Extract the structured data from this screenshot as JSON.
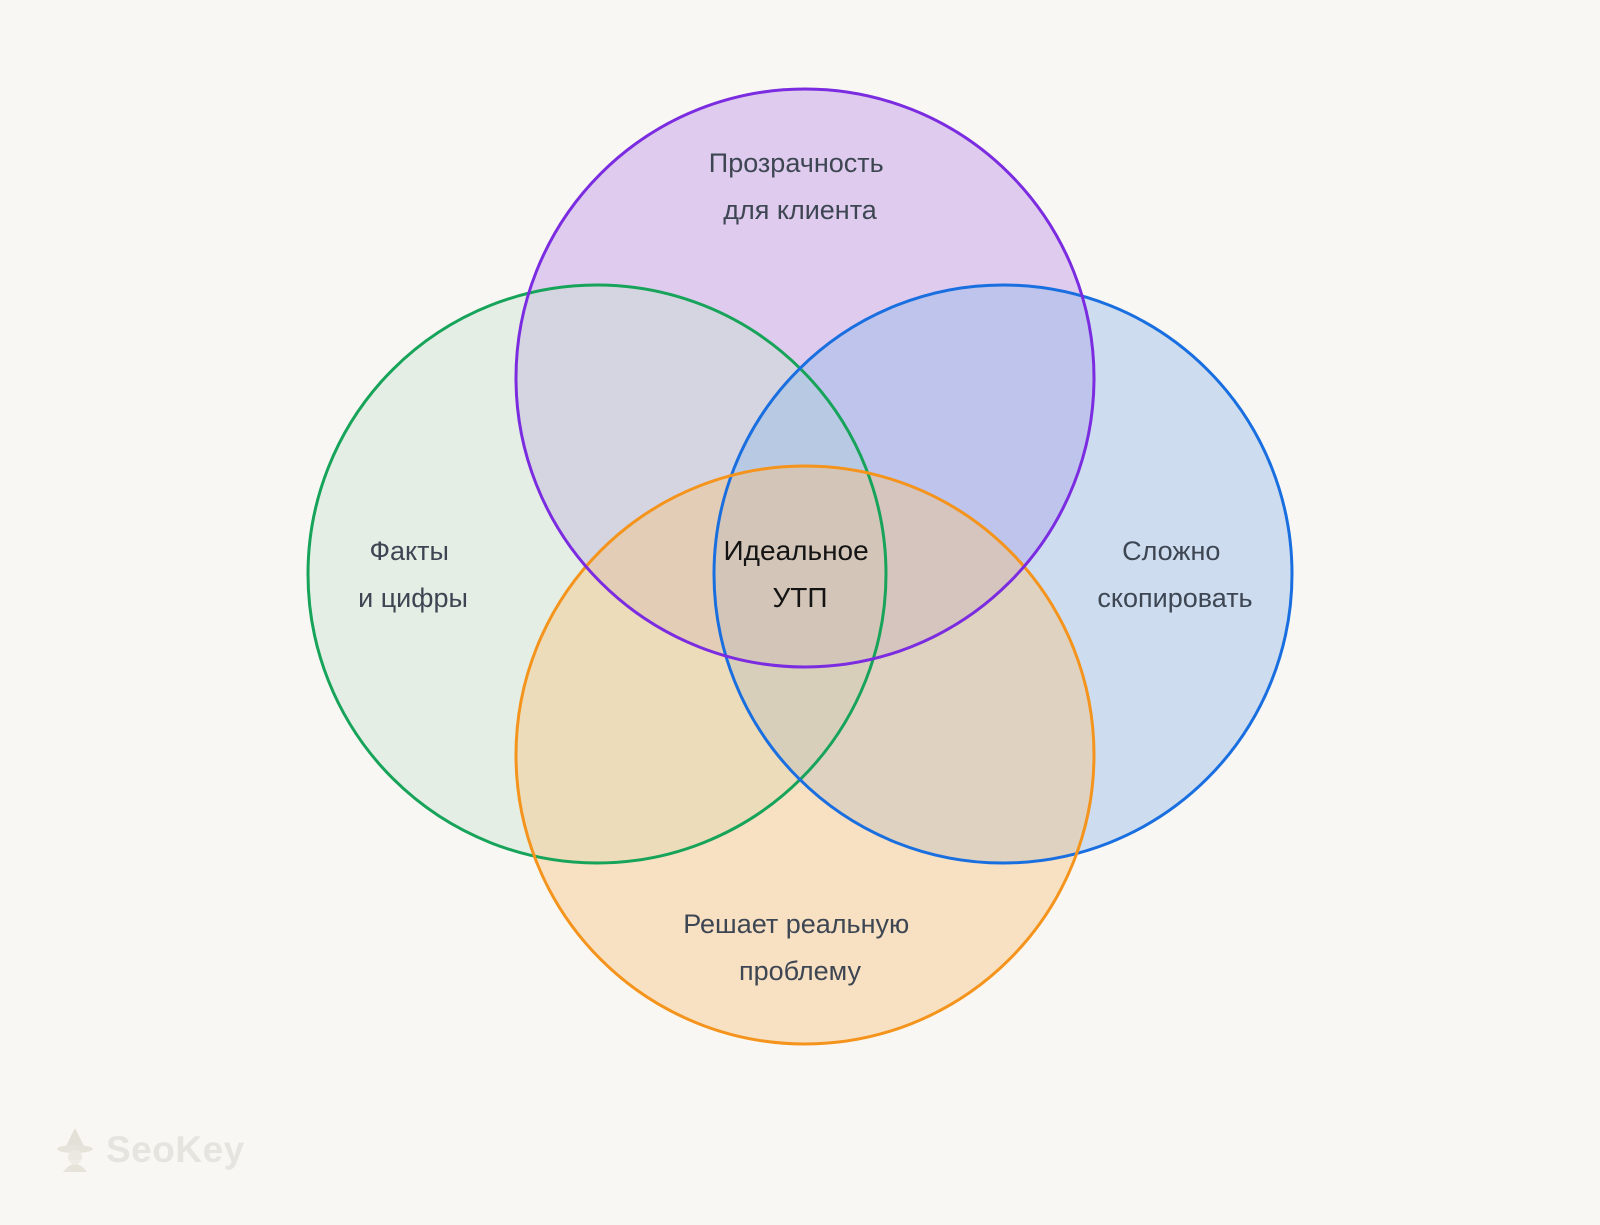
{
  "diagram": {
    "circles": [
      {
        "id": "top",
        "label_lines": [
          "Прозрачность",
          "для клиента"
        ],
        "fill": "#b98ee6",
        "stroke": "#7b2ce0"
      },
      {
        "id": "left",
        "label_lines": [
          "Факты",
          "и цифры"
        ],
        "fill": "#c8e2cf",
        "stroke": "#17a45a"
      },
      {
        "id": "right",
        "label_lines": [
          "Сложно",
          "скопировать"
        ],
        "fill": "#92b9ea",
        "stroke": "#1a6fe0"
      },
      {
        "id": "bottom",
        "label_lines": [
          "Решает реальную",
          "проблему"
        ],
        "fill": "#f9c47e",
        "stroke": "#f5941c"
      }
    ],
    "center_label_lines": [
      "Идеальное",
      "УТП"
    ]
  },
  "watermark": {
    "text": "SeoKey",
    "icon": "wizard-icon"
  },
  "colors": {
    "background": "#f8f7f3",
    "label_text": "#3d4652",
    "center_text": "#141414",
    "watermark": "#e6e4de"
  }
}
